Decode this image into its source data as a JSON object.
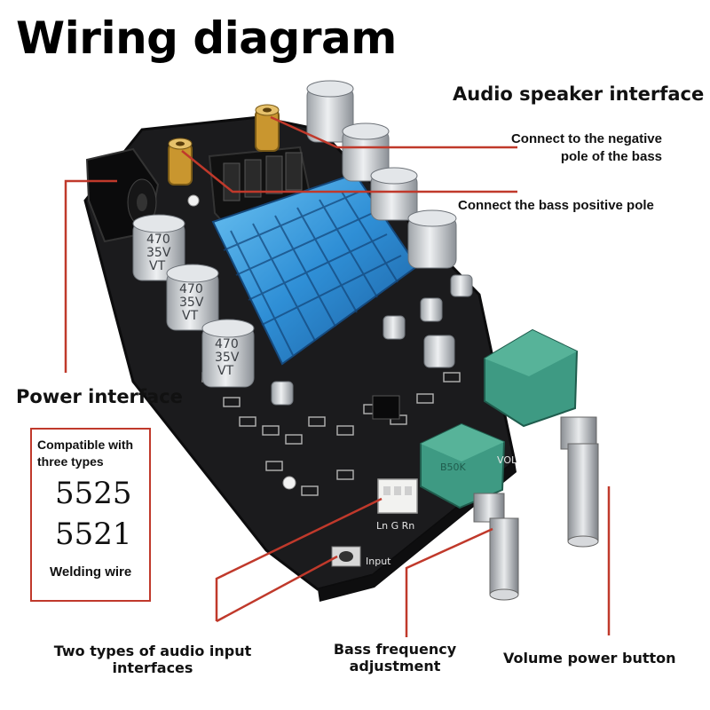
{
  "title": "Wiring diagram",
  "labels": {
    "speaker_interface": "Audio speaker interface",
    "negative_pole_line1": "Connect to the negative",
    "negative_pole_line2": "pole of the bass",
    "positive_pole": "Connect the bass positive pole",
    "power_interface": "Power interface",
    "audio_input_line1": "Two types of audio input",
    "audio_input_line2": "interfaces",
    "bass_freq_line1": "Bass frequency",
    "bass_freq_line2": "adjustment",
    "volume_button": "Volume power button"
  },
  "compat_box": {
    "head_line1": "Compatible with",
    "head_line2": "three types",
    "type1": "5525",
    "type2": "5521",
    "type3": "Welding wire"
  },
  "board": {
    "capacitor_text": [
      "470",
      "35V",
      "VT"
    ],
    "input_silk": "Input",
    "pins_silk": "Ln G Rn",
    "vol_silk": "VOL",
    "pot_silk": "B50K"
  },
  "colors": {
    "pointer_line": "#c0392b",
    "board": "#1b1b1d",
    "heatsink": "#2f8fd6",
    "potentiometer": "#3e9a83",
    "capacitor": "#c9ccd0"
  }
}
